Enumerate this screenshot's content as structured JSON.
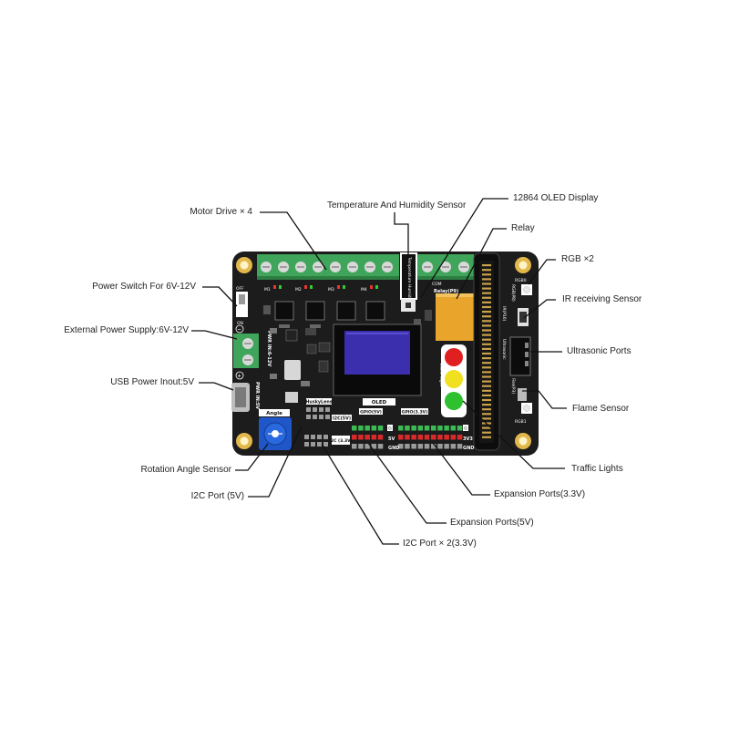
{
  "callouts": {
    "motor_drive": "Motor Drive × 4",
    "temp_humidity": "Temperature And Humidity Sensor",
    "oled_display": "12864 OLED Display",
    "relay": "Relay",
    "power_switch": "Power Switch For 6V-12V",
    "rgb": "RGB ×2",
    "ir_sensor": "IR receiving Sensor",
    "external_power": "External Power Supply:6V-12V",
    "ultrasonic": "Ultrasonic Ports",
    "usb_power": "USB Power Inout:5V",
    "flame_sensor": "Flame Sensor",
    "rotation_sensor": "Rotation Angle Sensor",
    "traffic_lights": "Traffic Lights",
    "i2c_5v": "I2C Port (5V)",
    "expansion_33v": "Expansion Ports(3.3V)",
    "expansion_5v": "Expansion Ports(5V)",
    "i2c_x2": "I2C Port × 2(3.3V)"
  },
  "silkscreen": {
    "off": "OFF",
    "on": "ON",
    "plus": "+",
    "minus": "−",
    "pwr_in_6_12": "PWR IN:6-12V",
    "pwr_in_5v": "PWR IN:5V",
    "angle": "Angle",
    "husky_lens": "HuskyLens",
    "i2c_5v": "I2C(5V)",
    "i2c_33": "I2C (3.3V)",
    "gpio_5v": "GPIO(5V)",
    "gpio_33v": "GPIO(3.3V)",
    "oled": "OLED",
    "relay_p9": "Relay(P9)",
    "temp_humid": "Temperature Humidity",
    "traffic_light": "Traffic Light",
    "ultrasonic": "Ultrasonic",
    "rgb_p8": "RGB(P8)",
    "ir_p16": "IR(P16)",
    "rgb1": "RGB1",
    "rgb0": "RGB0",
    "flame": "Fire(P3)",
    "rail_5v": "5V",
    "rail_3v3": "3V3",
    "rail_gnd": "GND",
    "rail_g": "G",
    "rail_v": "V",
    "com": "COM",
    "m1": "M1",
    "m2": "M2",
    "m3": "M3",
    "m4": "M4"
  },
  "colors": {
    "board": "#1c1c1c",
    "terminal": "#3fa55a",
    "oled_screen": "#3b2fae",
    "relay": "#e9a52b",
    "light_red": "#e02020",
    "light_yellow": "#f0e020",
    "light_green": "#2ec02e",
    "pot": "#1f56c8",
    "header_green": "#3cba54",
    "header_red": "#d92a2a"
  }
}
